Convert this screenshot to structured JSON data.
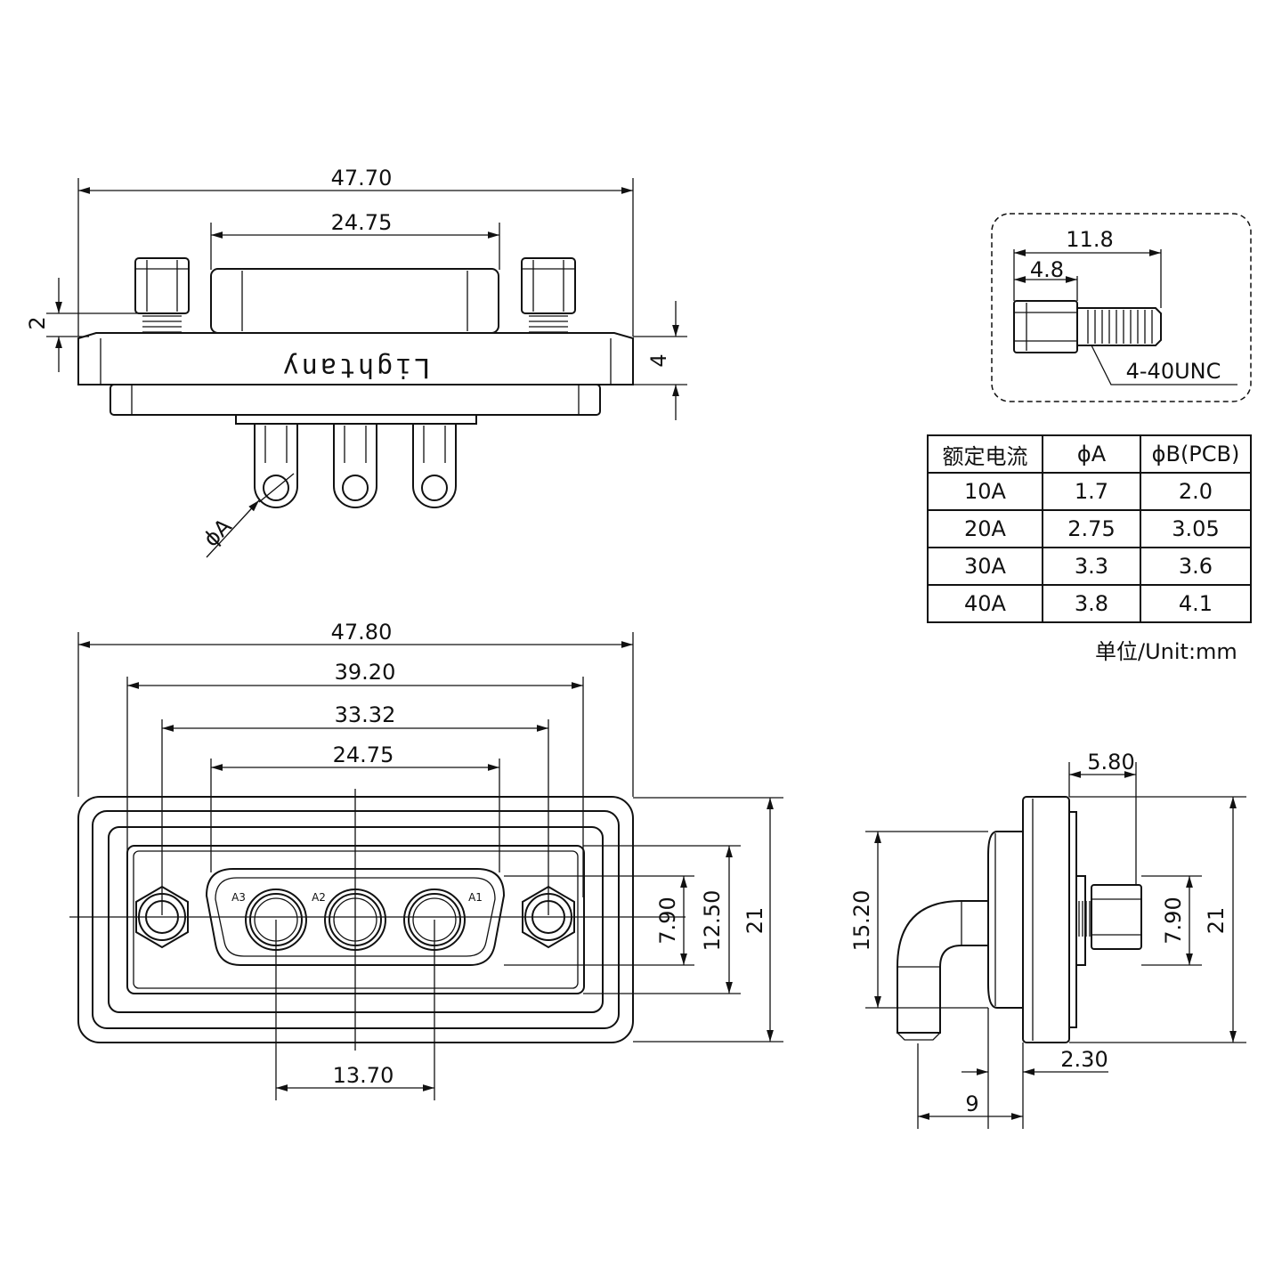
{
  "top_view": {
    "width_overall": "47.70",
    "width_shell": "24.75",
    "dim_height_2": "2",
    "dim_height_4": "4",
    "logo_text": "Lightany",
    "contact_diameter_label": "ϕA"
  },
  "front_view": {
    "width_overall": "47.80",
    "hole_pitch": "39.20",
    "screw_pitch": "33.32",
    "shell_width": "24.75",
    "contact_pitch": "13.70",
    "height_inner": "7.90",
    "height_shell": "12.50",
    "height_overall": "21",
    "pin_labels": [
      "A3",
      "A2",
      "A1"
    ]
  },
  "side_view": {
    "standoff_depth": "5.80",
    "height_pin": "15.20",
    "height_inner": "7.90",
    "height_overall": "21",
    "flange_thickness": "2.30",
    "pin_offset": "9"
  },
  "screw_detail": {
    "length_total": "11.8",
    "length_hex": "4.8",
    "thread": "4-40UNC"
  },
  "spec_table": {
    "headers": [
      "额定电流",
      "ϕA",
      "ϕB(PCB)"
    ],
    "rows": [
      [
        "10A",
        "1.7",
        "2.0"
      ],
      [
        "20A",
        "2.75",
        "3.05"
      ],
      [
        "30A",
        "3.3",
        "3.6"
      ],
      [
        "40A",
        "3.8",
        "4.1"
      ]
    ]
  },
  "unit_label": "单位/Unit:mm"
}
